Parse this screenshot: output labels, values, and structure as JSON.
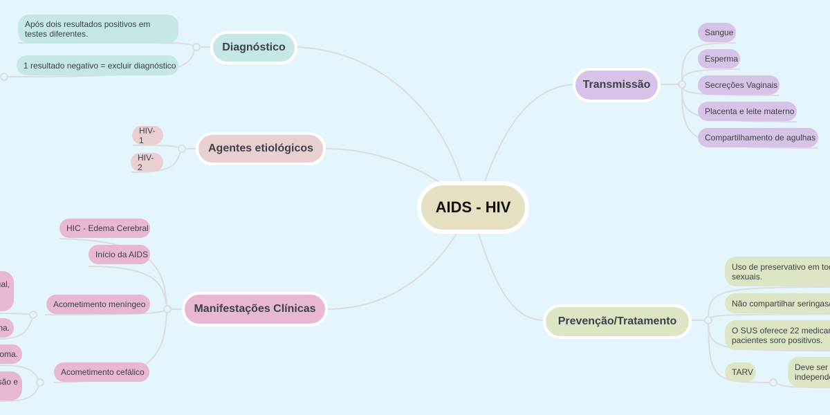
{
  "central": {
    "label": "AIDS - HIV",
    "color": "#e6e0c2"
  },
  "branches": {
    "diagnostico": {
      "label": "Diagnóstico",
      "color": "#c5e8e7",
      "children": [
        "Após dois resultados positivos em testes diferentes.",
        "1 resultado negativo = excluir diagnóstico"
      ]
    },
    "agentes": {
      "label": "Agentes etiológicos",
      "color": "#eacfd1",
      "children": [
        "HIV-1",
        "HIV-2"
      ]
    },
    "manifestacoes": {
      "label": "Manifestações Clínicas",
      "color": "#e8b7d1",
      "children": [
        "HIC - Edema Cerebral",
        "Início da AIDS",
        "Acometimento meníngeo",
        "Acometimento cefálico"
      ],
      "grandchildren_meningeo": [
        "ual,",
        "na."
      ],
      "grandchildren_cefalico": [
        "oma.",
        "são e"
      ]
    },
    "transmissao": {
      "label": "Transmissão",
      "color": "#d8c3e8",
      "children": [
        "Sangue",
        "Esperma",
        "Secreções Vaginais",
        "Placenta e leite materno",
        "Compartilhamento de agulhas"
      ]
    },
    "prevencao": {
      "label": "Prevenção/Tratamento",
      "color": "#dde6c4",
      "children": [
        "Uso de preservativo em tod sexuais.",
        "Não compartilhar seringas/",
        "O SUS oferece 22 medicam pacientes soro positivos.",
        "TARV"
      ],
      "tarv_child": "Deve ser ir independe"
    }
  },
  "colors": {
    "background": "#e5f5fe",
    "connector": "#dddddd",
    "text": "#3d4148"
  }
}
